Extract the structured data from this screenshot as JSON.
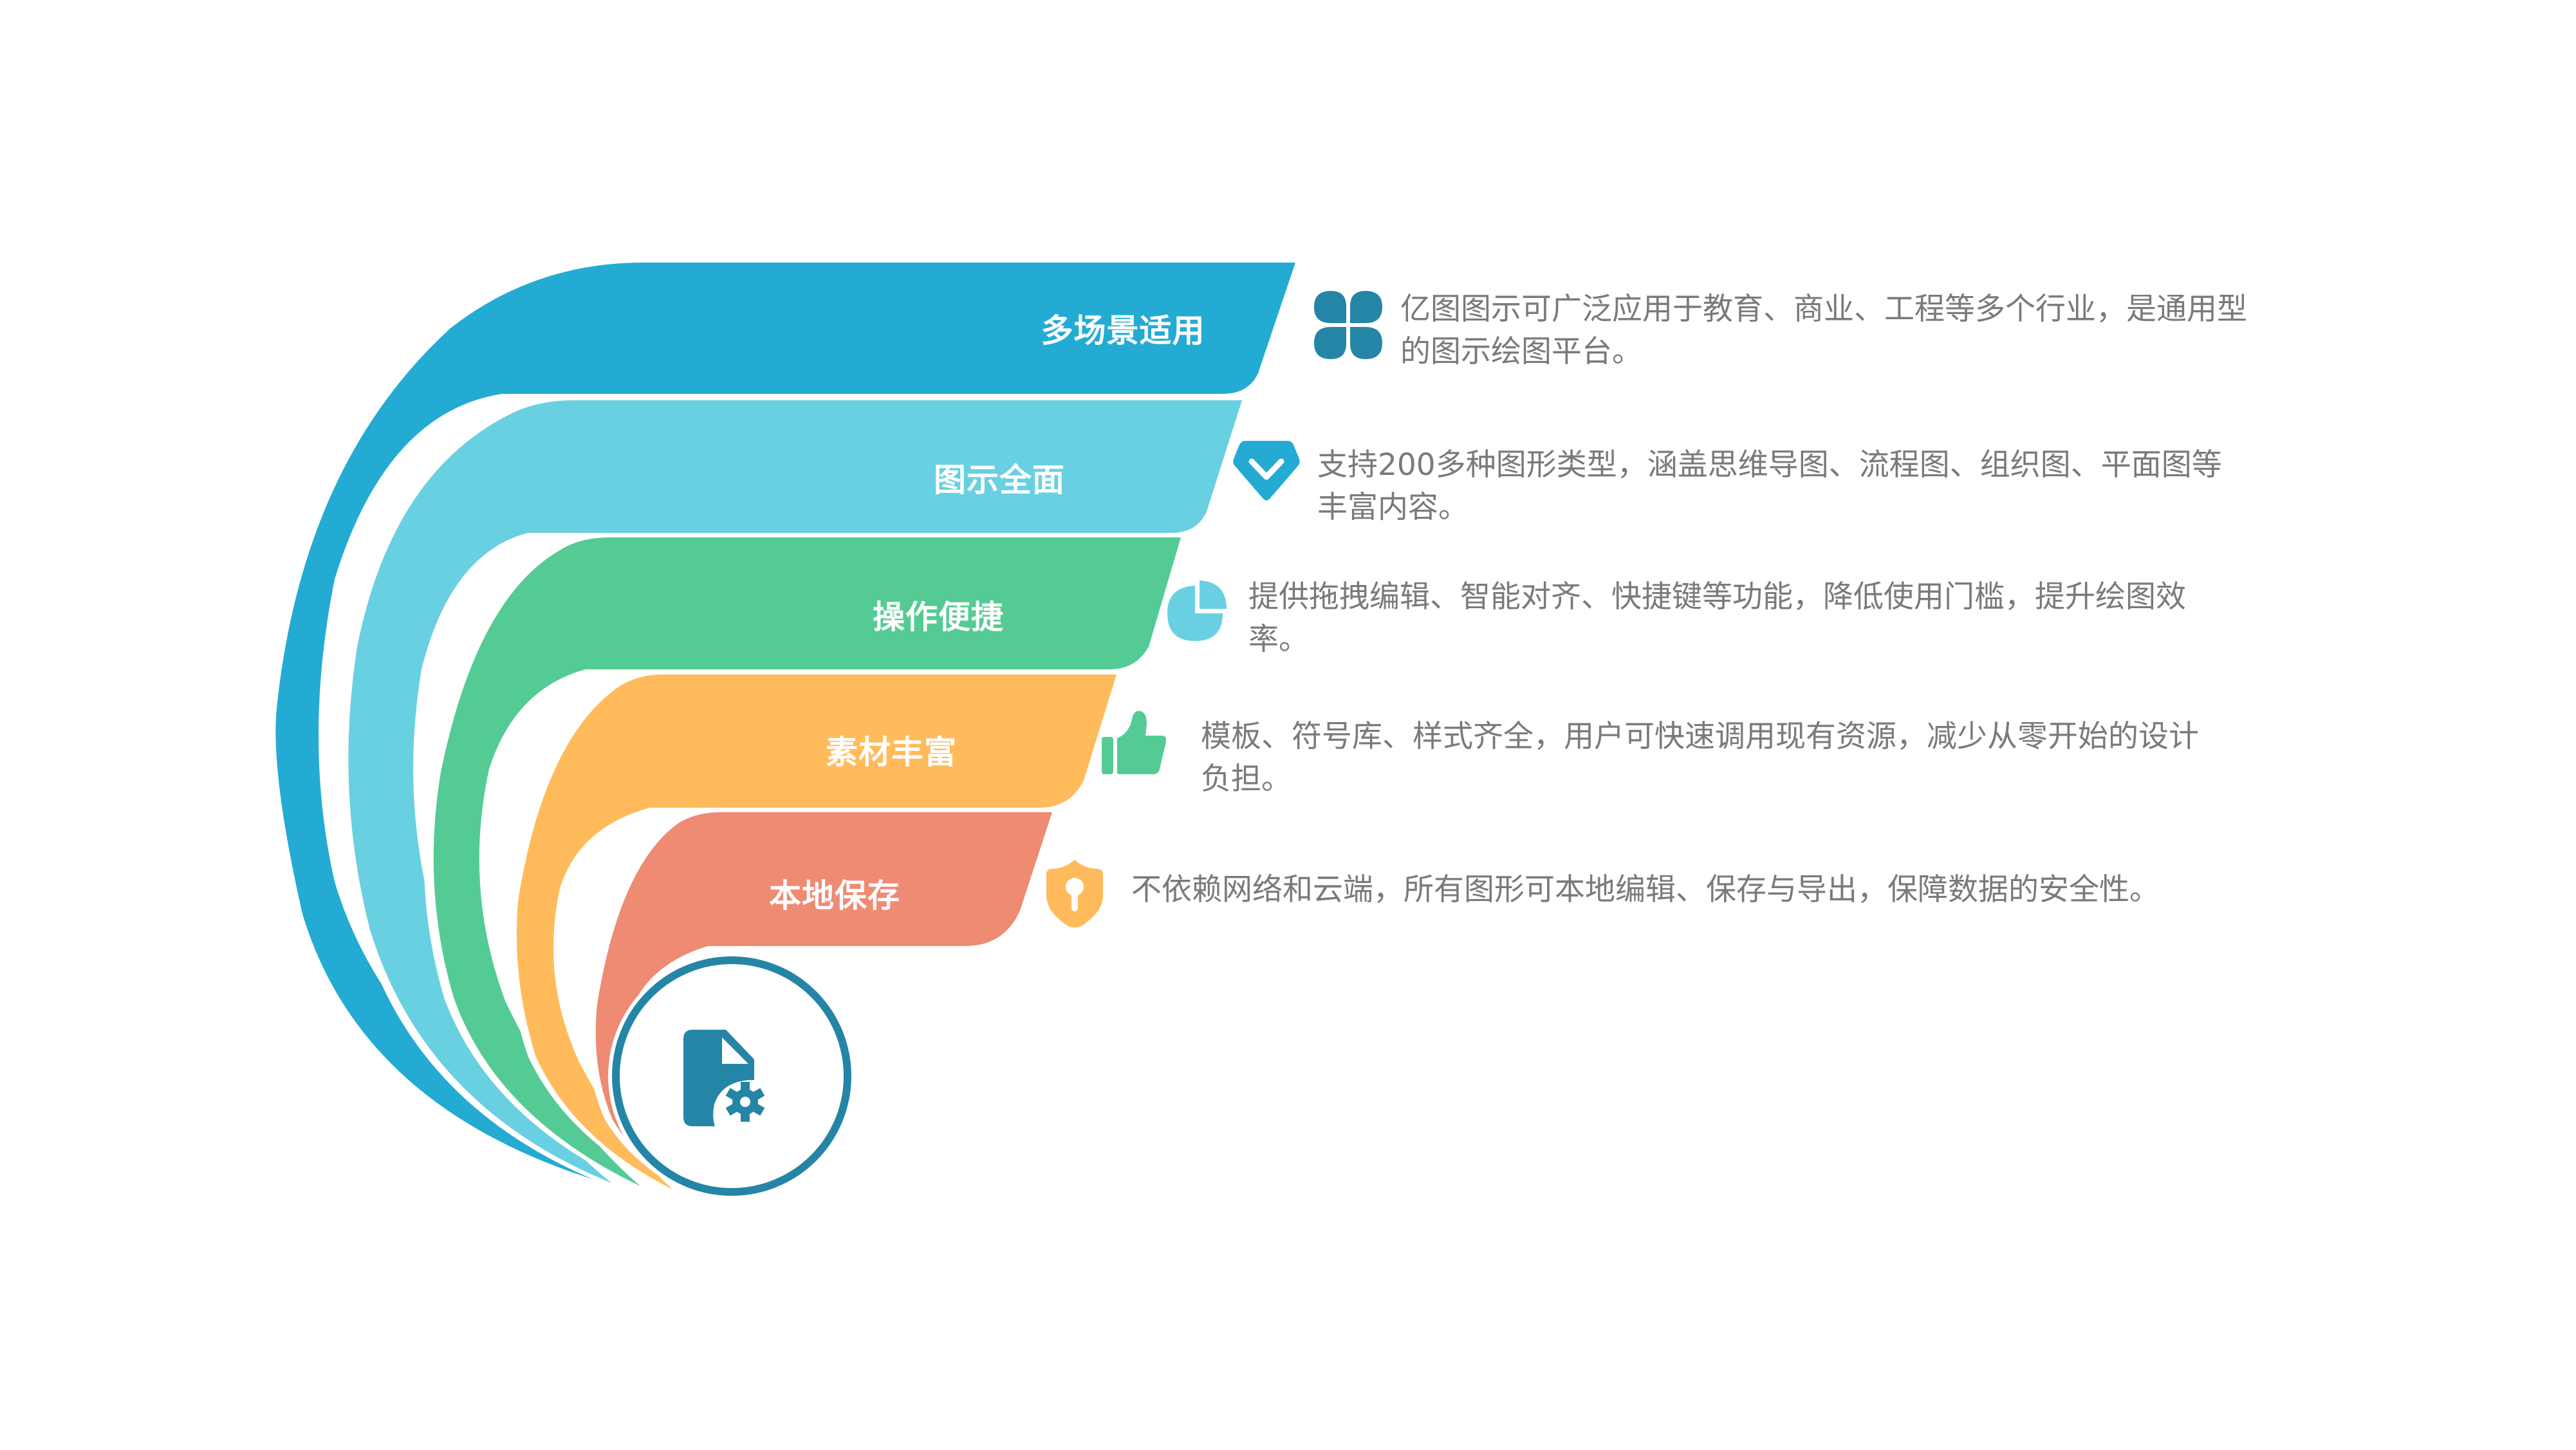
{
  "diagram": {
    "type": "layered-fan-infographic",
    "center": {
      "icon": "file-gear-icon",
      "ring_color": "#2585A6"
    },
    "items": [
      {
        "title": "多场景适用",
        "description": "亿图图示可广泛应用于教育、商业、工程等多个行业，是通用型的图示绘图平台。",
        "description_lines": [
          "亿图图示可广泛应用于教育、商业、工程等多个行业，是通用型",
          "的图示绘图平台。"
        ],
        "icon": "four-petal-icon",
        "color": "#23ABD3",
        "icon_color": "#2585A6"
      },
      {
        "title": "图示全面",
        "description": "支持200多种图形类型，涵盖思维导图、流程图、组织图、平面图等丰富内容。",
        "description_lines": [
          "支持200多种图形类型，涵盖思维导图、流程图、组织图、平面图等",
          "丰富内容。"
        ],
        "icon": "diamond-check-icon",
        "color": "#69D0E2",
        "icon_color": "#23ABD3"
      },
      {
        "title": "操作便捷",
        "description": "提供拖拽编辑、智能对齐、快捷键等功能，降低使用门槛，提升绘图效率。",
        "description_lines": [
          "提供拖拽编辑、智能对齐、快捷键等功能，降低使用门槛，提升绘图效",
          "率。"
        ],
        "icon": "pie-chart-icon",
        "color": "#54CB94",
        "icon_color": "#69D0E2"
      },
      {
        "title": "素材丰富",
        "description": "模板、符号库、样式齐全，用户可快速调用现有资源，减少从零开始的设计负担。",
        "description_lines": [
          "模板、符号库、样式齐全，用户可快速调用现有资源，减少从零开始的设计",
          "负担。"
        ],
        "icon": "thumbs-up-icon",
        "color": "#FFBB5B",
        "icon_color": "#54CB94"
      },
      {
        "title": "本地保存",
        "description": "不依赖网络和云端，所有图形可本地编辑、保存与导出，保障数据的安全性。",
        "description_lines": [
          "不依赖网络和云端，所有图形可本地编辑、保存与导出，保障数据的安全性。"
        ],
        "icon": "shield-keyhole-icon",
        "color": "#EF8A73",
        "icon_color": "#FFBB5B"
      }
    ]
  }
}
